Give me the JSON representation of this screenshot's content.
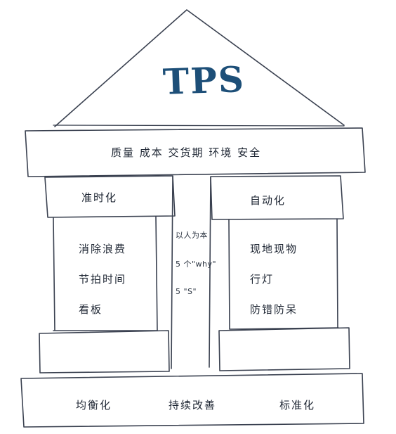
{
  "roof": {
    "title": "TPS"
  },
  "beam": {
    "goals": "质量 成本 交货期 环境 安全"
  },
  "pillars": {
    "left": {
      "header": "准时化",
      "items": [
        "消除浪费",
        "节拍时间",
        "看板"
      ]
    },
    "right": {
      "header": "自动化",
      "items": [
        "现地现物",
        "行灯",
        "防错防呆"
      ]
    },
    "center": {
      "items": [
        "以人为本",
        "5 个\"why\"",
        "5 \"S\""
      ]
    }
  },
  "foundation": {
    "items": [
      "均衡化",
      "持续改善",
      "标准化"
    ]
  },
  "colors": {
    "title": "#1d4f78",
    "line": "#3a4150",
    "text": "#1e2633"
  }
}
